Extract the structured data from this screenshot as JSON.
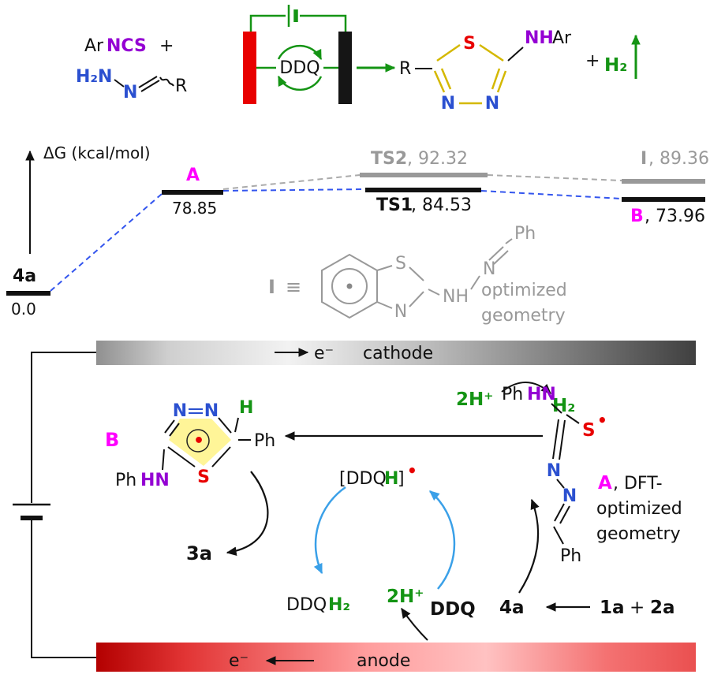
{
  "colors": {
    "purple": "#9400D3",
    "nitrogen_blue": "#2B50D0",
    "red": "#E80000",
    "green": "#149414",
    "magenta": "#FF00FF",
    "gray": "#999999",
    "cycle_blue": "#3AA0E8",
    "highlight_yellow": "#FFF176"
  },
  "scheme": {
    "ar1": "Ar",
    "ncs": "NCS",
    "plus1": "+",
    "h2n": "H₂N",
    "n_hydrazone": "N",
    "r1": "R",
    "ddq": "DDQ",
    "r2": "R",
    "ring_s": "S",
    "ring_n3": "N",
    "ring_n4": "N",
    "nh": "NH",
    "ar2": "Ar",
    "plus2": "+",
    "h2": "H₂"
  },
  "energy": {
    "axis_label": "ΔG (kcal/mol)",
    "levels": {
      "s4a": {
        "label": "4a",
        "value": "0.0"
      },
      "A": {
        "label": "A",
        "value": "78.85"
      },
      "TS1": {
        "label": "TS1",
        "value": ", 84.53"
      },
      "TS2": {
        "label": "TS2",
        "value": ", 92.32"
      },
      "I": {
        "label": "I",
        "value": ", 89.36"
      },
      "B": {
        "label": "B",
        "value": ", 73.96"
      }
    },
    "intermediate": {
      "label": "I",
      "equiv": "≡",
      "s": "S",
      "n": "N",
      "nh": "NH",
      "n2": "N",
      "ph": "Ph",
      "caption1": "optimized",
      "caption2": "geometry"
    }
  },
  "mechanism": {
    "cathode": {
      "e": "e⁻",
      "label": "cathode"
    },
    "anode": {
      "e": "e⁻",
      "label": "anode"
    },
    "hydrogen": {
      "h_plus": "2H⁺",
      "h2": "H₂"
    },
    "speciesB": {
      "label": "B",
      "n_left": "N",
      "n_right": "N",
      "h": "H",
      "ph_right": "Ph",
      "s": "S",
      "ph_left": "Ph",
      "hn": "HN",
      "radical": "•"
    },
    "speciesA": {
      "ph": "Ph",
      "hn": "HN",
      "s": "S",
      "radical": "•",
      "n1": "N",
      "n2": "N",
      "ph2": "Ph",
      "label": "A",
      "dft": ", DFT-",
      "cap2": "optimized",
      "cap3": "geometry"
    },
    "cycle": {
      "ddqh_left": "[DDQ",
      "ddqh_h": "H",
      "ddqh_right": "]",
      "ddqh_dot": "•",
      "ddqh2_main": "DDQ",
      "ddqh2_sub": "H₂",
      "h_plus": "2H⁺",
      "ddq": "DDQ"
    },
    "products": {
      "p3a": "3a",
      "p4a": "4a",
      "p1a": "1a",
      "plus": "+",
      "p2a": "2a"
    }
  }
}
